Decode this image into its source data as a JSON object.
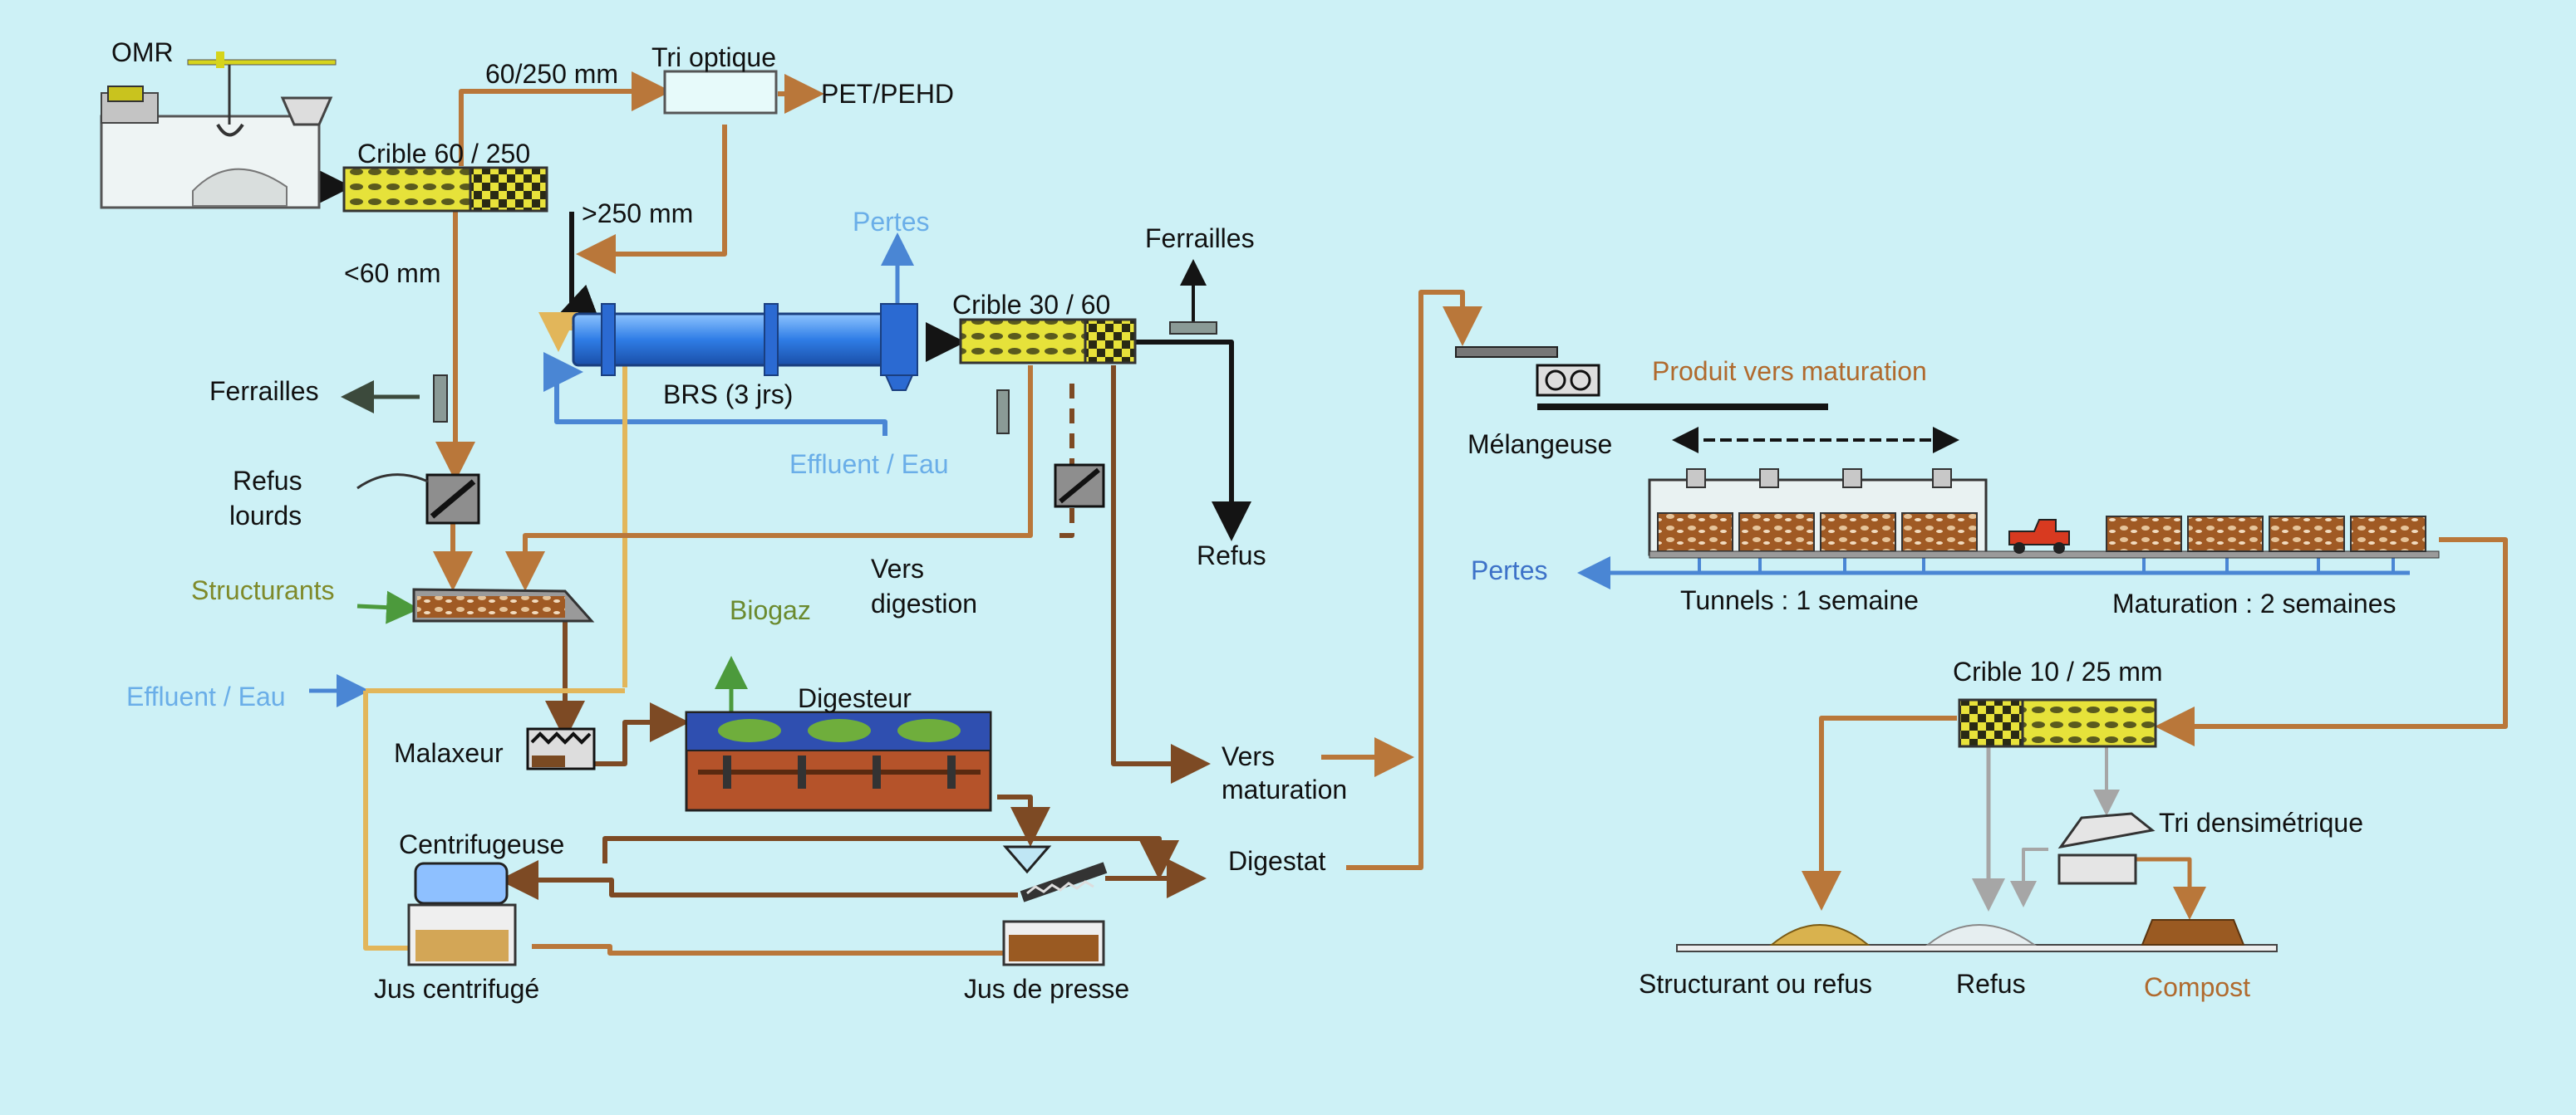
{
  "colors": {
    "background": "#cdf1f6",
    "flow_orange": "#b9773a",
    "flow_gold": "#e2b65a",
    "flow_black": "#141414",
    "flow_blue": "#4a86d4",
    "flow_brown": "#7d4a24",
    "flow_grey": "#a6a6a6",
    "text_dark": "#111111",
    "text_brown": "#b06a2e",
    "text_blue_light": "#6aaee8",
    "text_blue": "#3d72c8",
    "text_green": "#6b8a2e",
    "text_olive": "#7f8a2a"
  },
  "labels": {
    "omr": "OMR",
    "crible_60_250": "Crible 60 / 250",
    "size_60_250": "60/250 mm",
    "tri_optique": "Tri optique",
    "pet_pehd": "PET/PEHD",
    "over_250": ">250 mm",
    "under_60": "<60 mm",
    "pertes_brs": "Pertes",
    "ferrailles_top": "Ferrailles",
    "crible_30_60": "Crible 30 / 60",
    "brs": "BRS (3 jrs)",
    "ferrailles_left": "Ferrailles",
    "effluent_eau_mid": "Effluent / Eau",
    "refus_lourds_1": "Refus",
    "refus_lourds_2": "lourds",
    "refus_mid": "Refus",
    "structurants": "Structurants",
    "vers_digestion_1": "Vers",
    "vers_digestion_2": "digestion",
    "biogaz": "Biogaz",
    "effluent_eau_left": "Effluent / Eau",
    "digesteur": "Digesteur",
    "malaxeur": "Malaxeur",
    "vers_maturation_1": "Vers",
    "vers_maturation_2": "maturation",
    "centrifugeuse": "Centrifugeuse",
    "digestat": "Digestat",
    "jus_centrifuge": "Jus centrifugé",
    "jus_de_presse": "Jus de presse",
    "melangeuse": "Mélangeuse",
    "produit_vers_maturation": "Produit vers maturation",
    "pertes_tunnels": "Pertes",
    "tunnels": "Tunnels : 1 semaine",
    "maturation": "Maturation :  2 semaines",
    "crible_10_25": "Crible 10 / 25 mm",
    "tri_densimetrique": "Tri densimétrique",
    "structurant_ou_refus": "Structurant ou refus",
    "refus_bottom": "Refus",
    "compost": "Compost"
  }
}
